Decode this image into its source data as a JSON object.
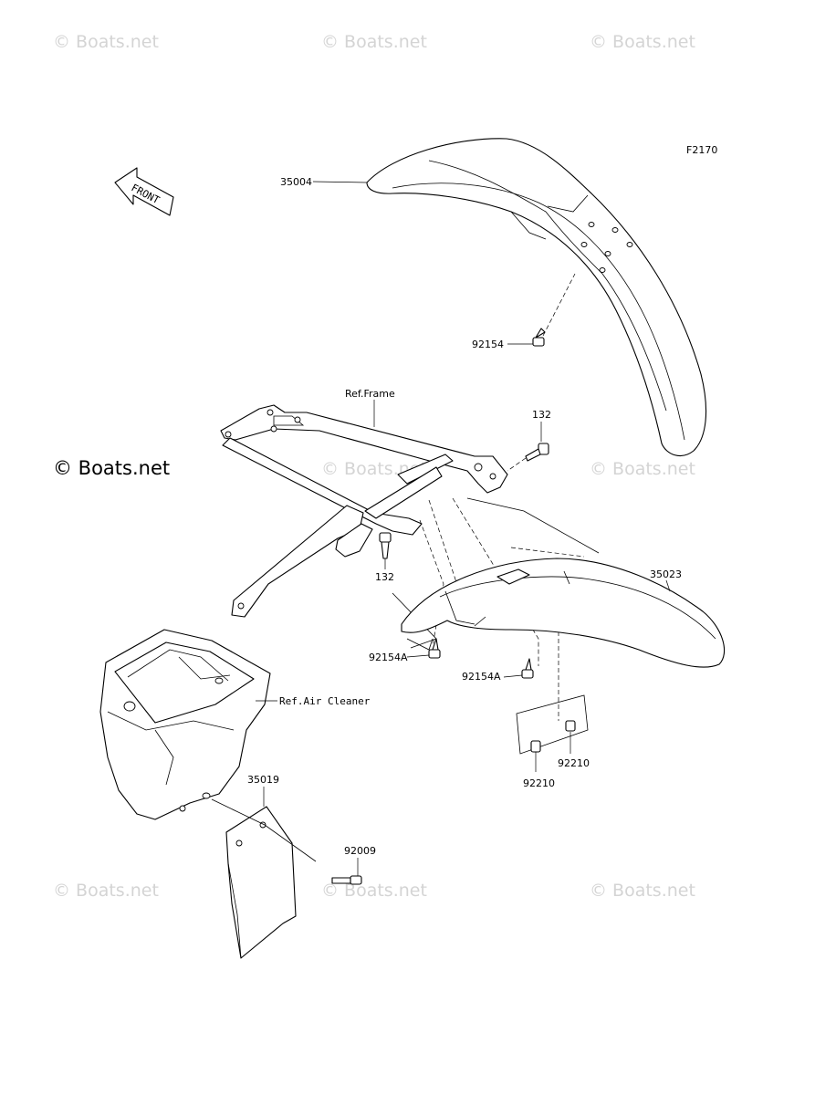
{
  "watermark": "© Boats.net",
  "figure_code": "F2170",
  "front_arrow_label": "FRONT",
  "parts": {
    "front_fender": "35004",
    "front_fender_bolt": "92154",
    "ref_frame": "Ref.Frame",
    "bolt_upper": "132",
    "bolt_lower": "132",
    "rear_fender": "35023",
    "rear_bolt_left": "92154A",
    "rear_bolt_right": "92154A",
    "ref_air_cleaner": "Ref.Air Cleaner",
    "mud_flap": "35019",
    "flap_bolt": "92009",
    "nut_right": "92210",
    "nut_left": "92210"
  }
}
